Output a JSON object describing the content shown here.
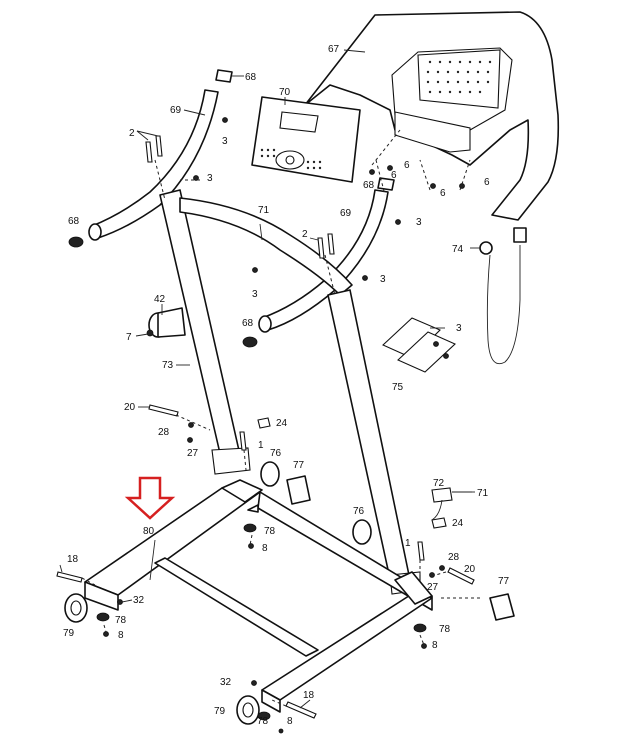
{
  "diagram": {
    "kind": "exploded-parts-diagram",
    "highlight_arrow_color": "#d62020",
    "callouts": [
      {
        "id": "c67a",
        "label": "67"
      },
      {
        "id": "c68a",
        "label": "68"
      },
      {
        "id": "c69a",
        "label": "69"
      },
      {
        "id": "c70",
        "label": "70"
      },
      {
        "id": "c2a",
        "label": "2"
      },
      {
        "id": "c3a",
        "label": "3"
      },
      {
        "id": "c3b",
        "label": "3"
      },
      {
        "id": "c6a",
        "label": "6"
      },
      {
        "id": "c6b",
        "label": "6"
      },
      {
        "id": "c6c",
        "label": "6"
      },
      {
        "id": "c6d",
        "label": "6"
      },
      {
        "id": "c68b",
        "label": "68"
      },
      {
        "id": "c3c",
        "label": "3"
      },
      {
        "id": "c69b",
        "label": "69"
      },
      {
        "id": "c68c",
        "label": "68"
      },
      {
        "id": "c71a",
        "label": "71"
      },
      {
        "id": "c2b",
        "label": "2"
      },
      {
        "id": "c3d",
        "label": "3"
      },
      {
        "id": "c3e",
        "label": "3"
      },
      {
        "id": "c74",
        "label": "74"
      },
      {
        "id": "c42",
        "label": "42"
      },
      {
        "id": "c7",
        "label": "7"
      },
      {
        "id": "c68d",
        "label": "68"
      },
      {
        "id": "c73",
        "label": "73"
      },
      {
        "id": "c3f",
        "label": "3"
      },
      {
        "id": "c75",
        "label": "75"
      },
      {
        "id": "c20a",
        "label": "20"
      },
      {
        "id": "c24a",
        "label": "24"
      },
      {
        "id": "c28a",
        "label": "28"
      },
      {
        "id": "c27a",
        "label": "27"
      },
      {
        "id": "c1a",
        "label": "1"
      },
      {
        "id": "c76a",
        "label": "76"
      },
      {
        "id": "c77a",
        "label": "77"
      },
      {
        "id": "c72",
        "label": "72"
      },
      {
        "id": "c71b",
        "label": "71"
      },
      {
        "id": "c24b",
        "label": "24"
      },
      {
        "id": "c80",
        "label": "80"
      },
      {
        "id": "c78a",
        "label": "78"
      },
      {
        "id": "c8a",
        "label": "8"
      },
      {
        "id": "c76b",
        "label": "76"
      },
      {
        "id": "c1b",
        "label": "1"
      },
      {
        "id": "c28b",
        "label": "28"
      },
      {
        "id": "c20b",
        "label": "20"
      },
      {
        "id": "c27b",
        "label": "27"
      },
      {
        "id": "c18a",
        "label": "18"
      },
      {
        "id": "c77b",
        "label": "77"
      },
      {
        "id": "c32a",
        "label": "32"
      },
      {
        "id": "c78b",
        "label": "78"
      },
      {
        "id": "c8b",
        "label": "8"
      },
      {
        "id": "c79a",
        "label": "79"
      },
      {
        "id": "c78c",
        "label": "78"
      },
      {
        "id": "c8c",
        "label": "8"
      },
      {
        "id": "c32b",
        "label": "32"
      },
      {
        "id": "c18b",
        "label": "18"
      },
      {
        "id": "c79b",
        "label": "79"
      },
      {
        "id": "c78d",
        "label": "78"
      },
      {
        "id": "c8d",
        "label": "8"
      }
    ]
  }
}
